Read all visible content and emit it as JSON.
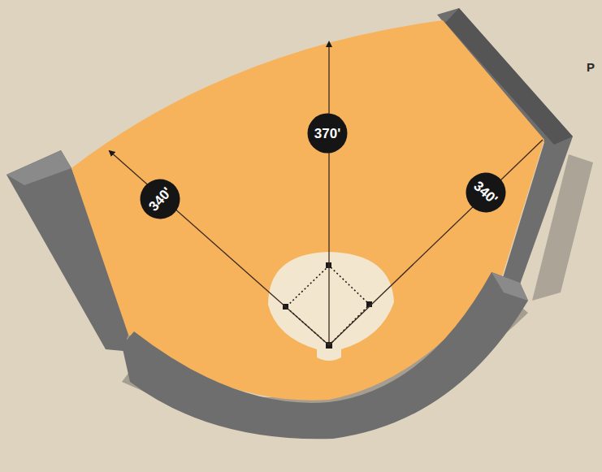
{
  "diagram": {
    "nodes": [
      {
        "text": [
          "340'"
        ]
      },
      {
        "text": [
          "370'"
        ]
      },
      {
        "text": [
          "340'"
        ]
      }
    ],
    "labels": [
      "P"
    ]
  }
}
